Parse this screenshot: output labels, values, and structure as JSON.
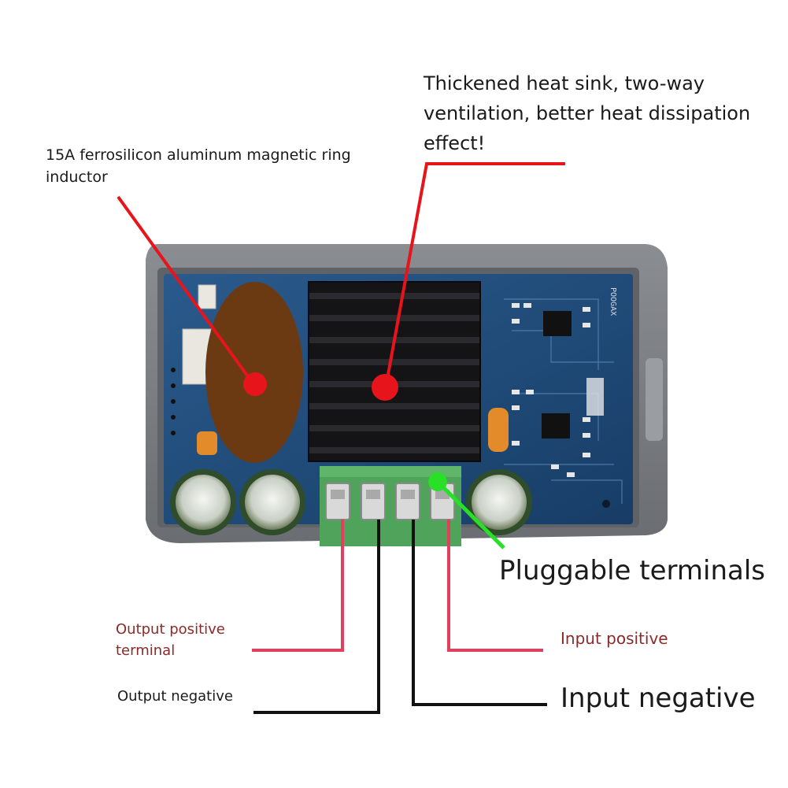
{
  "labels": {
    "inductor": "15A ferrosilicon aluminum magnetic ring\ninductor",
    "heatsink": "Thickened heat sink, two-way\nventilation, better heat dissipation\n effect!",
    "terminals": "Pluggable terminals",
    "output_positive": "Output positive\nterminal",
    "input_positive": "Input positive",
    "output_negative": "Output negative",
    "input_negative": "Input negative"
  },
  "board": {
    "brand_text": "POOGAX"
  },
  "colors": {
    "pointer_red": "#e8141c",
    "pointer_green": "#27e027",
    "wire_red": "#e0405c",
    "wire_black": "#111111",
    "terminal_green": "#4fa35a",
    "pcb_blue": "#1f4a7a",
    "housing_gray": "#7c7f84",
    "heatsink_black": "#1b1b1d",
    "copper": "#c9803a"
  }
}
